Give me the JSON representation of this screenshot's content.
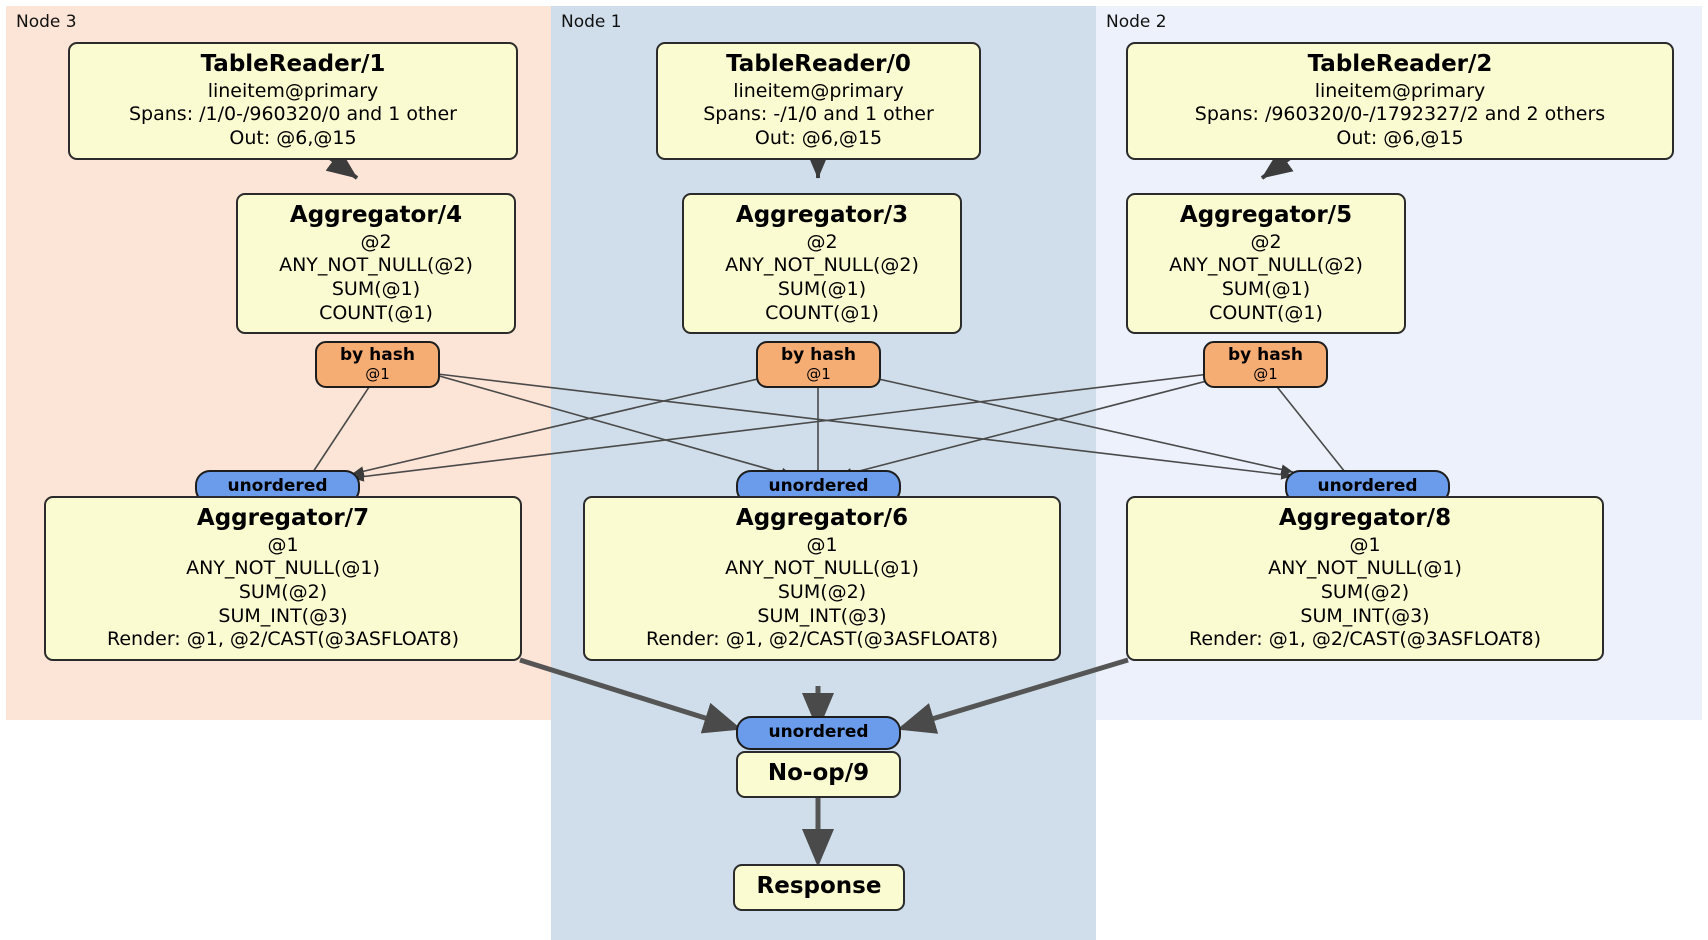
{
  "diagram": {
    "type": "distributed-query-plan",
    "panels": [
      {
        "id": "node3",
        "label": "Node 3",
        "color": "#fce4d6"
      },
      {
        "id": "node1",
        "label": "Node 1",
        "color": "#cfdeea"
      },
      {
        "id": "node2",
        "label": "Node 2",
        "color": "#ecf1fb"
      }
    ],
    "readers": {
      "node3": {
        "title": "TableReader/1",
        "table": "lineitem@primary",
        "spans": "Spans: /1/0-/960320/0 and 1 other",
        "out": "Out: @6,@15"
      },
      "node1": {
        "title": "TableReader/0",
        "table": "lineitem@primary",
        "spans": "Spans: -/1/0 and 1 other",
        "out": "Out: @6,@15"
      },
      "node2": {
        "title": "TableReader/2",
        "table": "lineitem@primary",
        "spans": "Spans: /960320/0-/1792327/2 and 2 others",
        "out": "Out: @6,@15"
      }
    },
    "stage1": {
      "node3": {
        "title": "Aggregator/4",
        "group": "@2",
        "agg1": "ANY_NOT_NULL(@2)",
        "agg2": "SUM(@1)",
        "agg3": "COUNT(@1)"
      },
      "node1": {
        "title": "Aggregator/3",
        "group": "@2",
        "agg1": "ANY_NOT_NULL(@2)",
        "agg2": "SUM(@1)",
        "agg3": "COUNT(@1)"
      },
      "node2": {
        "title": "Aggregator/5",
        "group": "@2",
        "agg1": "ANY_NOT_NULL(@2)",
        "agg2": "SUM(@1)",
        "agg3": "COUNT(@1)"
      }
    },
    "routers": {
      "node3": {
        "label": "by hash",
        "sub": "@1"
      },
      "node1": {
        "label": "by hash",
        "sub": "@1"
      },
      "node2": {
        "label": "by hash",
        "sub": "@1"
      }
    },
    "synchronizers": {
      "node3": "unordered",
      "node1": "unordered",
      "node2": "unordered",
      "final": "unordered"
    },
    "stage2": {
      "node3": {
        "title": "Aggregator/7",
        "group": "@1",
        "agg1": "ANY_NOT_NULL(@1)",
        "agg2": "SUM(@2)",
        "agg3": "SUM_INT(@3)",
        "render": "Render: @1, @2/CAST(@3ASFLOAT8)"
      },
      "node1": {
        "title": "Aggregator/6",
        "group": "@1",
        "agg1": "ANY_NOT_NULL(@1)",
        "agg2": "SUM(@2)",
        "agg3": "SUM_INT(@3)",
        "render": "Render: @1, @2/CAST(@3ASFLOAT8)"
      },
      "node2": {
        "title": "Aggregator/8",
        "group": "@1",
        "agg1": "ANY_NOT_NULL(@1)",
        "agg2": "SUM(@2)",
        "agg3": "SUM_INT(@3)",
        "render": "Render: @1, @2/CAST(@3ASFLOAT8)"
      }
    },
    "noop": {
      "title": "No-op/9"
    },
    "response": {
      "title": "Response"
    }
  }
}
